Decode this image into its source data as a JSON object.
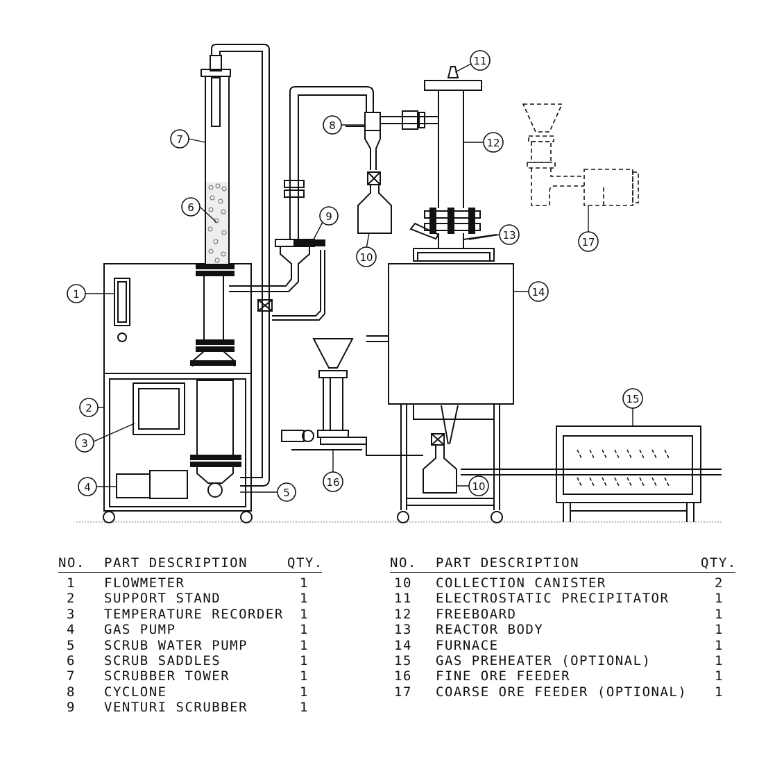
{
  "callouts": [
    "1",
    "2",
    "3",
    "4",
    "5",
    "6",
    "7",
    "8",
    "9",
    "10",
    "10",
    "11",
    "12",
    "13",
    "14",
    "15",
    "16",
    "17"
  ],
  "tables": [
    {
      "headers": {
        "no": "NO.",
        "desc": "PART DESCRIPTION",
        "qty": "QTY."
      },
      "rows": [
        {
          "no": "1",
          "desc": "FLOWMETER",
          "qty": "1"
        },
        {
          "no": "2",
          "desc": "SUPPORT STAND",
          "qty": "1"
        },
        {
          "no": "3",
          "desc": "TEMPERATURE RECORDER",
          "qty": "1"
        },
        {
          "no": "4",
          "desc": "GAS PUMP",
          "qty": "1"
        },
        {
          "no": "5",
          "desc": "SCRUB WATER PUMP",
          "qty": "1"
        },
        {
          "no": "6",
          "desc": "SCRUB SADDLES",
          "qty": "1"
        },
        {
          "no": "7",
          "desc": "SCRUBBER TOWER",
          "qty": "1"
        },
        {
          "no": "8",
          "desc": "CYCLONE",
          "qty": "1"
        },
        {
          "no": "9",
          "desc": "VENTURI SCRUBBER",
          "qty": "1"
        }
      ]
    },
    {
      "headers": {
        "no": "NO.",
        "desc": "PART DESCRIPTION",
        "qty": "QTY."
      },
      "rows": [
        {
          "no": "10",
          "desc": "COLLECTION CANISTER",
          "qty": "2"
        },
        {
          "no": "11",
          "desc": "ELECTROSTATIC PRECIPITATOR",
          "qty": "1"
        },
        {
          "no": "12",
          "desc": "FREEBOARD",
          "qty": "1"
        },
        {
          "no": "13",
          "desc": "REACTOR BODY",
          "qty": "1"
        },
        {
          "no": "14",
          "desc": "FURNACE",
          "qty": "1"
        },
        {
          "no": "15",
          "desc": "GAS PREHEATER (OPTIONAL)",
          "qty": "1"
        },
        {
          "no": "16",
          "desc": "FINE ORE FEEDER",
          "qty": "1"
        },
        {
          "no": "17",
          "desc": "COARSE ORE FEEDER (OPTIONAL)",
          "qty": "1"
        }
      ]
    }
  ],
  "colors": {
    "line": "#111111",
    "background": "#ffffff"
  }
}
